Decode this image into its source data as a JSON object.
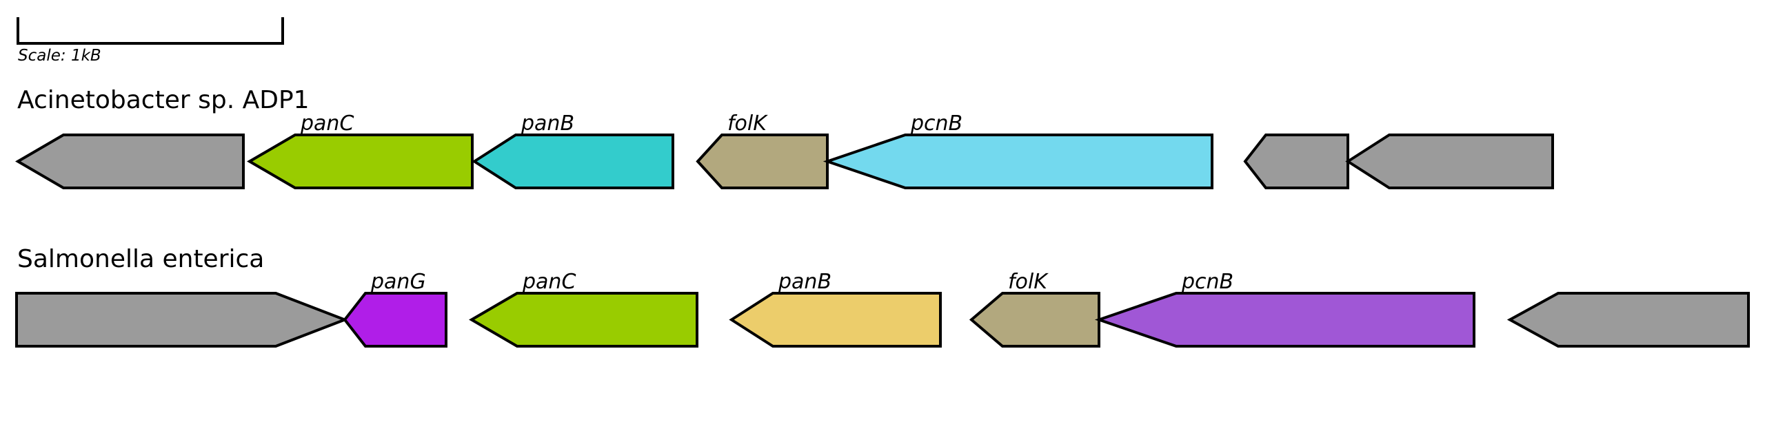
{
  "scale": {
    "label": "Scale: 1kB"
  },
  "tracks": [
    {
      "organism": "Acinetobacter sp. ADP1",
      "genes": [
        {
          "name": "",
          "color": "#9b9b9b",
          "strand": "reverse"
        },
        {
          "name": "panC",
          "color": "#99cc00",
          "strand": "reverse"
        },
        {
          "name": "panB",
          "color": "#33cccc",
          "strand": "reverse"
        },
        {
          "name": "folK",
          "color": "#b2a87e",
          "strand": "reverse"
        },
        {
          "name": "pcnB",
          "color": "#73d9ee",
          "strand": "reverse"
        },
        {
          "name": "",
          "color": "#9b9b9b",
          "strand": "reverse"
        },
        {
          "name": "",
          "color": "#9b9b9b",
          "strand": "reverse"
        }
      ]
    },
    {
      "organism": "Salmonella enterica",
      "genes": [
        {
          "name": "",
          "color": "#9b9b9b",
          "strand": "forward"
        },
        {
          "name": "panG",
          "color": "#b01ee8",
          "strand": "reverse"
        },
        {
          "name": "panC",
          "color": "#99cc00",
          "strand": "reverse"
        },
        {
          "name": "panB",
          "color": "#eccd6b",
          "strand": "reverse"
        },
        {
          "name": "folK",
          "color": "#b2a87e",
          "strand": "reverse"
        },
        {
          "name": "pcnB",
          "color": "#a057d6",
          "strand": "reverse"
        },
        {
          "name": "",
          "color": "#9b9b9b",
          "strand": "reverse"
        }
      ]
    }
  ]
}
